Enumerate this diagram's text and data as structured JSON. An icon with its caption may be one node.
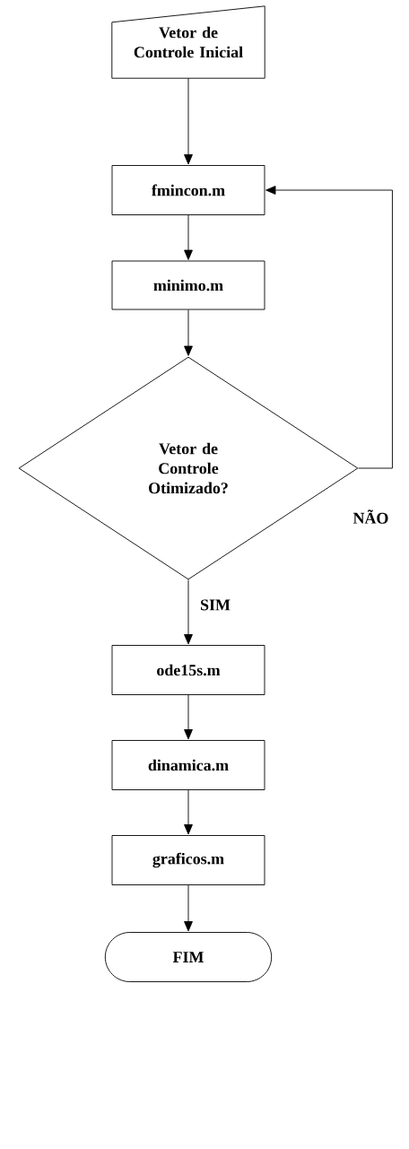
{
  "diagram": {
    "nodes": [
      {
        "text": [
          "Vetor de Controle Inicial"
        ]
      },
      {
        "text": [
          "fmincon.m"
        ]
      },
      {
        "text": [
          "minimo.m"
        ]
      },
      {
        "text": [
          "Vetor de Controle Otimizado?"
        ]
      },
      {
        "text": [
          "ode15s.m"
        ]
      },
      {
        "text": [
          "dinamica.m"
        ]
      },
      {
        "text": [
          "graficos.m"
        ]
      },
      {
        "text": [
          "FIM"
        ]
      }
    ],
    "edges": [
      {
        "from": 0,
        "to": 1,
        "arrow": "to"
      },
      {
        "from": 1,
        "to": 2,
        "arrow": "to"
      },
      {
        "from": 2,
        "to": 3,
        "arrow": "to"
      },
      {
        "from": 3,
        "to": 1,
        "arrow": "to",
        "label": "NÃO"
      },
      {
        "from": 3,
        "to": 4,
        "arrow": "to",
        "label": "SIM"
      },
      {
        "from": 4,
        "to": 5,
        "arrow": "to"
      },
      {
        "from": 5,
        "to": 6,
        "arrow": "to"
      },
      {
        "from": 6,
        "to": 7,
        "arrow": "to"
      }
    ]
  }
}
